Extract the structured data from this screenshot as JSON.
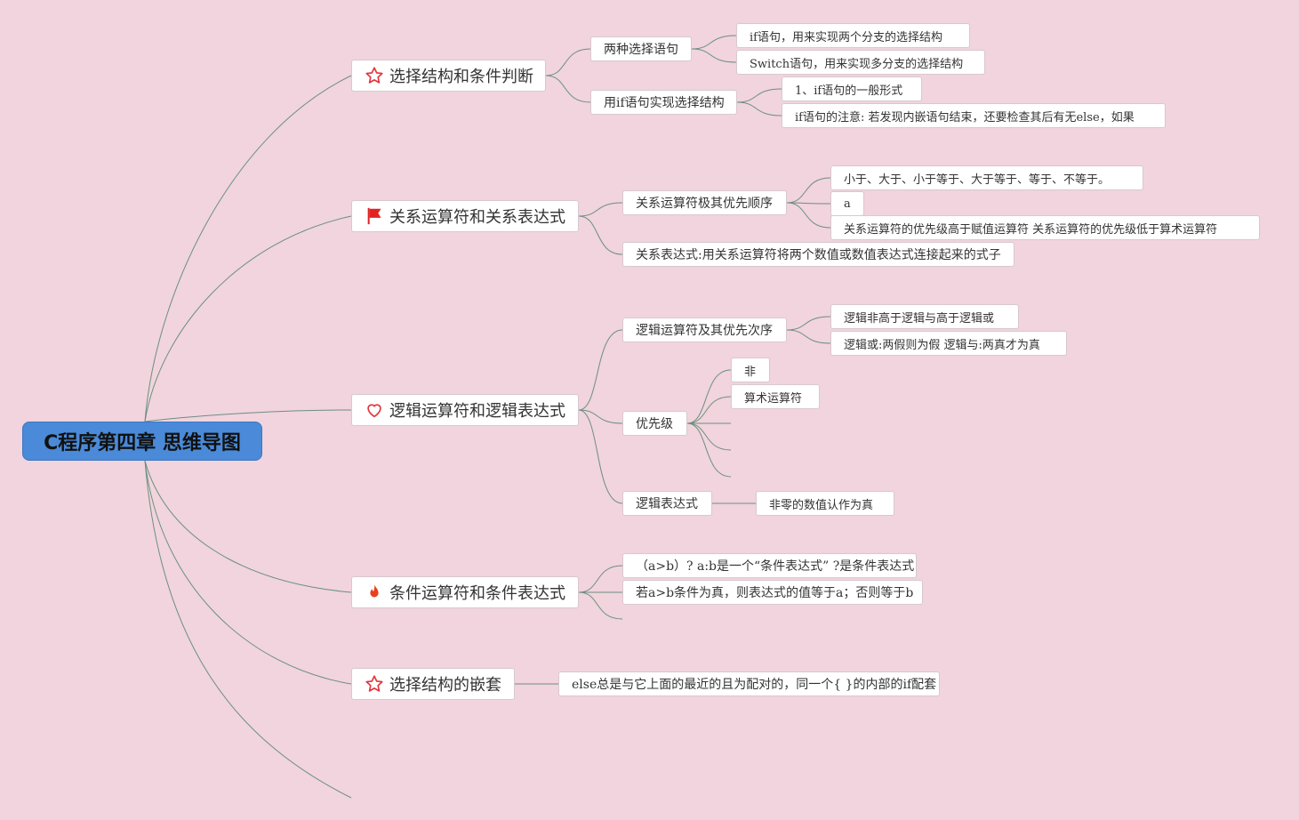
{
  "root": {
    "label": "C程序第四章 思维导图"
  },
  "topics": [
    {
      "label": "选择结构和条件判断",
      "icon": "star-icon"
    },
    {
      "label": "关系运算符和关系表达式",
      "icon": "flag-icon"
    },
    {
      "label": "逻辑运算符和逻辑表达式",
      "icon": "heart-icon"
    },
    {
      "label": "条件运算符和条件表达式",
      "icon": "fire-icon"
    },
    {
      "label": "选择结构的嵌套",
      "icon": "star-icon"
    }
  ],
  "subtopics": {
    "t0_s0": "两种选择语句",
    "t0_s1": "用if语句实现选择结构",
    "t1_s0": "关系运算符极其优先顺序",
    "t1_s1": "关系表达式:用关系运算符将两个数值或数值表达式连接起来的式子",
    "t2_s0": "逻辑运算符及其优先次序",
    "t2_s1": "优先级",
    "t2_s2": "逻辑表达式",
    "t3_s0": "（a>b）? a:b是一个“条件表达式” ?是条件表达式",
    "t3_s1": "若a>b条件为真，则表达式的值等于a；否则等于b",
    "t4_s0": "else总是与它上面的最近的且为配对的，同一个{ }的内部的if配套"
  },
  "leaves": {
    "t0_s0_l0": "if语句，用来实现两个分支的选择结构",
    "t0_s0_l1": "Switch语句，用来实现多分支的选择结构",
    "t0_s1_l0": "1、if语句的一般形式",
    "t0_s1_l1": "if语句的注意: 若发现内嵌语句结束，还要检查其后有无else，如果",
    "t1_s0_l0": "小于、大于、小于等于、大于等于、等于、不等于。",
    "t1_s0_l1": "a",
    "t1_s0_l2": "关系运算符的优先级高于赋值运算符 关系运算符的优先级低于算术运算符",
    "t2_s0_l0": "逻辑非高于逻辑与高于逻辑或",
    "t2_s0_l1": "逻辑或:两假则为假 逻辑与:两真才为真",
    "t2_s1_l0": "非",
    "t2_s1_l1": "算术运算符",
    "t2_s2_l0": "非零的数值认作为真"
  },
  "colors": {
    "background": "#f1d4dd",
    "root": "#4a8ad8",
    "connector": "#6b8f80",
    "star": "#e2343c",
    "flag": "#e22222",
    "heart": "#e2343c",
    "fire": "#e8401c"
  }
}
